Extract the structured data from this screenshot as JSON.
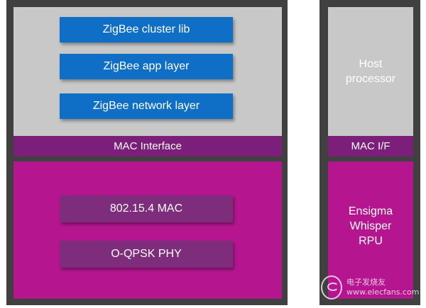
{
  "colors": {
    "border": "#404040",
    "grey_area": "#c8c8c8",
    "blue_box": "#0f6fc6",
    "mac_band": "#7b1f7a",
    "magenta_area": "#b5168f",
    "purple_box": "#7e2c7c"
  },
  "left_stack": {
    "zigbee_layers": [
      "ZigBee cluster lib",
      "ZigBee app layer",
      "ZigBee network layer"
    ],
    "mac_interface": "MAC Interface",
    "radio_layers": [
      "802.15.4 MAC",
      "O-QPSK PHY"
    ]
  },
  "right_stack": {
    "host": "Host\nprocessor",
    "mac_if": "MAC I/F",
    "rpu": "Ensigma\nWhisper\nRPU"
  },
  "watermark": {
    "icon": "elecfans-logo-icon",
    "text": "电子发烧友 www.elecfans.com"
  }
}
